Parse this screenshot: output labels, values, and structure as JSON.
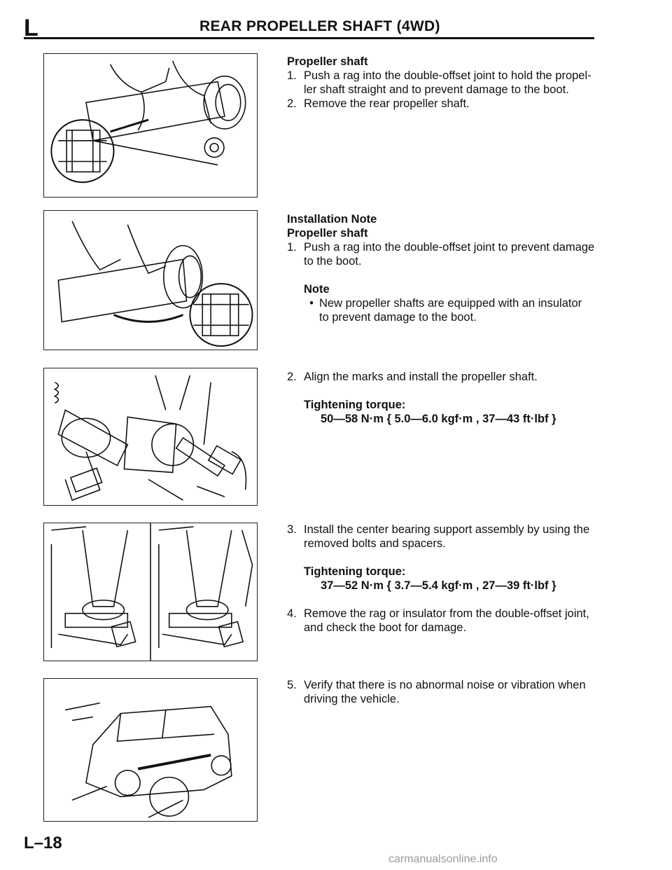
{
  "header": {
    "section_letter": "L",
    "title": "REAR PROPELLER SHAFT (4WD)"
  },
  "block1": {
    "heading": "Propeller shaft",
    "steps": [
      {
        "num": "1.",
        "line1": "Push a rag into the double-offset joint to hold the propel-",
        "line2": "ler shaft straight and to prevent damage to the boot."
      },
      {
        "num": "2.",
        "line1": "Remove the rear propeller shaft."
      }
    ]
  },
  "block2": {
    "heading1": "Installation Note",
    "heading2": "Propeller shaft",
    "step": {
      "num": "1.",
      "line1": "Push a rag into the double-offset joint to prevent damage",
      "line2": "to the boot."
    },
    "note_heading": "Note",
    "note_bullet": "•",
    "note_line1": "New propeller shafts are equipped with an insulator",
    "note_line2": "to prevent damage to the boot."
  },
  "block3": {
    "step": {
      "num": "2.",
      "line1": "Align the marks and install the propeller shaft."
    },
    "torque_label": "Tightening torque:",
    "torque_value": "50—58 N·m { 5.0—6.0 kgf·m , 37—43 ft·lbf }"
  },
  "block4": {
    "step3": {
      "num": "3.",
      "line1": "Install the center bearing support assembly by using the",
      "line2": "removed bolts and spacers."
    },
    "torque_label": "Tightening torque:",
    "torque_value": "37—52 N·m { 3.7—5.4 kgf·m , 27—39 ft·lbf }",
    "step4": {
      "num": "4.",
      "line1": "Remove the rag or insulator from the double-offset joint,",
      "line2": "and check the boot for damage."
    }
  },
  "block5": {
    "step": {
      "num": "5.",
      "line1": "Verify that there is no abnormal noise or vibration when",
      "line2": "driving the vehicle."
    }
  },
  "footer": {
    "page_number": "L–18"
  },
  "watermark": {
    "text": "carmanualsonline.info"
  }
}
